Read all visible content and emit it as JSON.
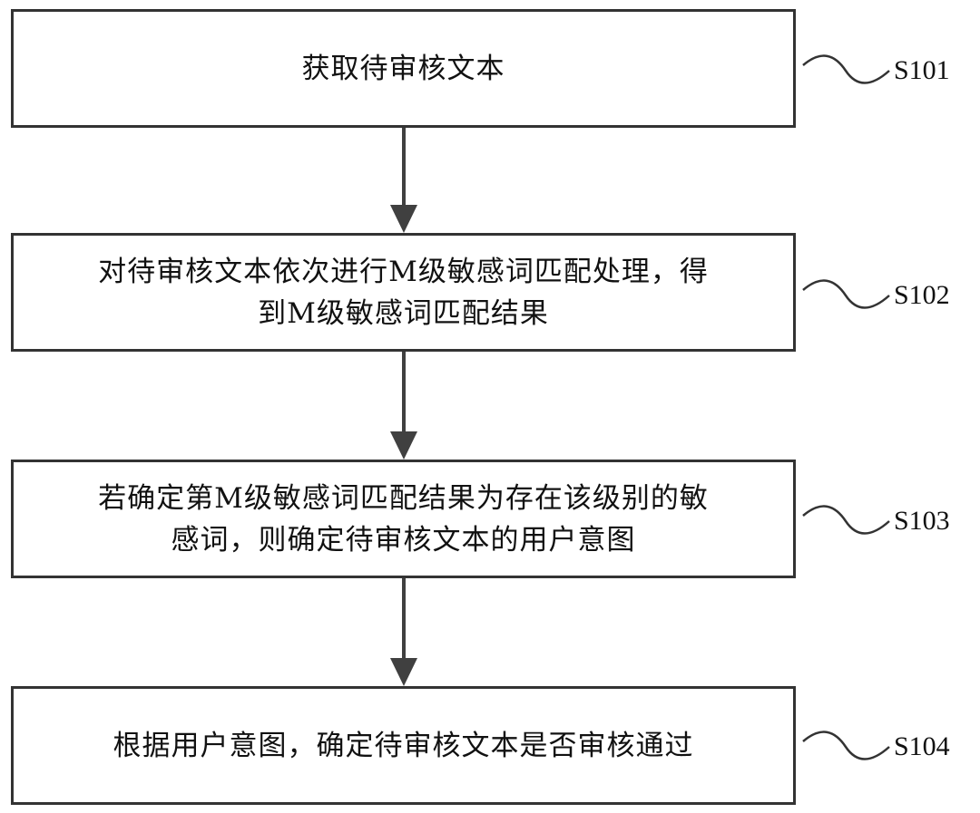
{
  "steps": [
    {
      "id": "S101",
      "text": "获取待审核文本"
    },
    {
      "id": "S102",
      "text": "对待审核文本依次进行M级敏感词匹配处理，得\n到M级敏感词匹配结果"
    },
    {
      "id": "S103",
      "text": "若确定第M级敏感词匹配结果为存在该级别的敏\n感词，则确定待审核文本的用户意图"
    },
    {
      "id": "S104",
      "text": "根据用户意图，确定待审核文本是否审核通过"
    }
  ],
  "colors": {
    "line": "#404040",
    "border": "#333333",
    "text": "#111111"
  }
}
